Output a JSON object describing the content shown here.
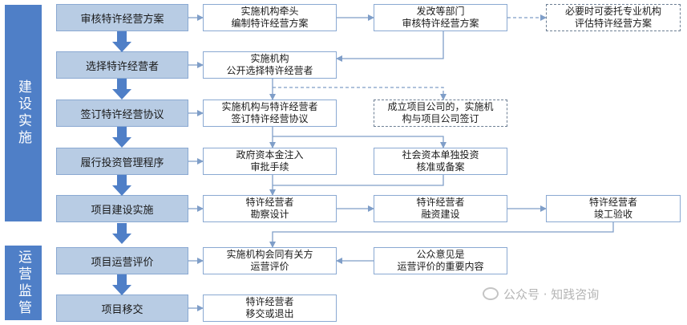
{
  "phases": {
    "construction": "建设实施",
    "operation": "运营监管"
  },
  "steps": [
    "审核特许经营方案",
    "选择特许经营者",
    "签订特许经营协议",
    "履行投资管理程序",
    "项目建设实施",
    "项目运营评价",
    "项目移交"
  ],
  "boxes": {
    "r1a": [
      "实施机构牵头",
      "编制特许经营方案"
    ],
    "r1b": [
      "发改等部门",
      "审核特许经营方案"
    ],
    "r1c": [
      "必要时可委托专业机构",
      "评估特许经营方案"
    ],
    "r2a": [
      "实施机构",
      "公开选择特许经营者"
    ],
    "r3a": [
      "实施机构与特许经营者",
      "签订特许经营协议"
    ],
    "r3b": [
      "成立项目公司的，实施机",
      "构与项目公司签订"
    ],
    "r4a": [
      "政府资本金注入",
      "审批手续"
    ],
    "r4b": [
      "社会资本单独投资",
      "核准或备案"
    ],
    "r5a": [
      "特许经营者",
      "勘察设计"
    ],
    "r5b": [
      "特许经营者",
      "融资建设"
    ],
    "r5c": [
      "特许经营者",
      "竣工验收"
    ],
    "r6a": [
      "实施机构会同有关方",
      "运营评价"
    ],
    "r6b": [
      "公众意见是",
      "运营评价的重要内容"
    ],
    "r7a": [
      "特许经营者",
      "移交或退出"
    ]
  },
  "watermark": "公众号 · 知践咨询",
  "colors": {
    "phase_fill": "#4f7fc7",
    "step_fill": "#b8cce4",
    "border": "#8aa9d2",
    "arrow": "#4f7fc7",
    "connector": "#7f9ec8"
  }
}
